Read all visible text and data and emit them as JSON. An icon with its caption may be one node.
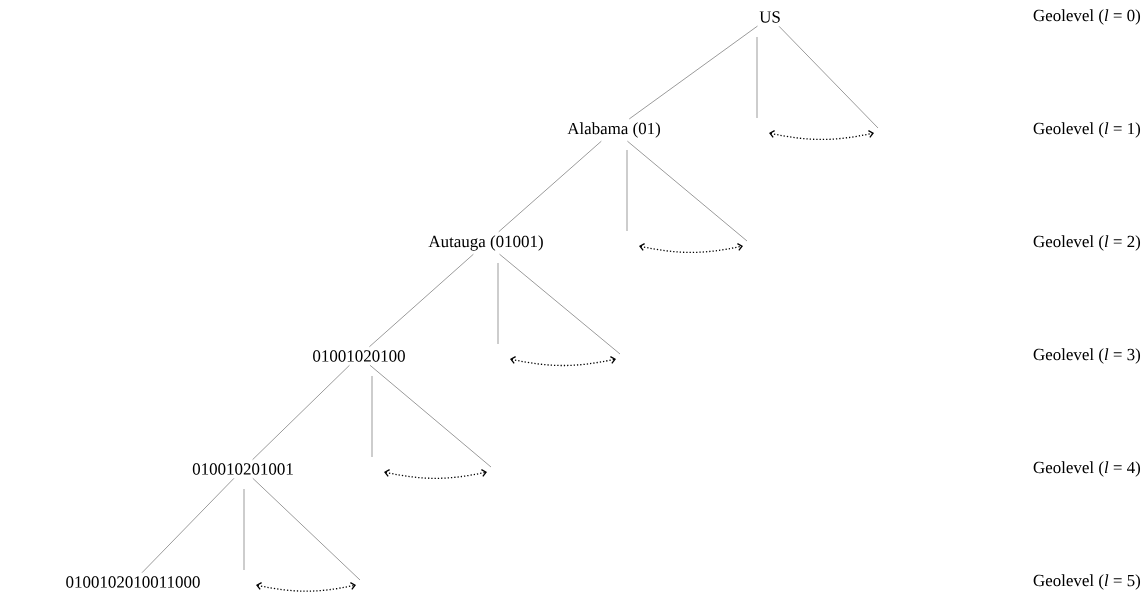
{
  "diagram": {
    "nodes": [
      {
        "text": [
          "US"
        ]
      },
      {
        "text": [
          "Alabama (01)"
        ]
      },
      {
        "text": [
          "Autauga (01001)"
        ]
      },
      {
        "text": [
          "01001020100"
        ]
      },
      {
        "text": [
          "010010201001"
        ]
      },
      {
        "text": [
          "0100102010011000"
        ]
      }
    ],
    "edges": [
      {
        "from": 0,
        "to": 1,
        "arrow": "none"
      },
      {
        "from": 0,
        "to": null,
        "arrow": "none"
      },
      {
        "from": 0,
        "to": null,
        "arrow": "none"
      },
      {
        "from": 1,
        "to": 2,
        "arrow": "none"
      },
      {
        "from": 1,
        "to": null,
        "arrow": "none"
      },
      {
        "from": 1,
        "to": null,
        "arrow": "none"
      },
      {
        "from": 2,
        "to": 3,
        "arrow": "none"
      },
      {
        "from": 2,
        "to": null,
        "arrow": "none"
      },
      {
        "from": 2,
        "to": null,
        "arrow": "none"
      },
      {
        "from": 3,
        "to": 4,
        "arrow": "none"
      },
      {
        "from": 3,
        "to": null,
        "arrow": "none"
      },
      {
        "from": 3,
        "to": null,
        "arrow": "none"
      },
      {
        "from": 4,
        "to": 5,
        "arrow": "none"
      },
      {
        "from": 4,
        "to": null,
        "arrow": "none"
      },
      {
        "from": 4,
        "to": null,
        "arrow": "none"
      }
    ],
    "labels": [
      "Geolevel (*l* = 0)",
      "Geolevel (*l* = 1)",
      "Geolevel (*l* = 2)",
      "Geolevel (*l* = 3)",
      "Geolevel (*l* = 4)",
      "Geolevel (*l* = 5)"
    ]
  }
}
